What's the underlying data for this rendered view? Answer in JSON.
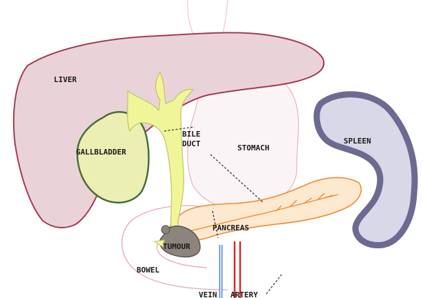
{
  "labels": {
    "liver": "LIVER",
    "gallbladder": "GALLBLADDER",
    "bile_duct_line1": "BILE",
    "bile_duct_line2": "DUCT",
    "stomach": "STOMACH",
    "spleen": "SPLEEN",
    "pancreas": "PANCREAS",
    "tumour": "TUMOUR",
    "bowel": "BOWEL",
    "vein": "VEIN",
    "artery": "ARTERY"
  },
  "colors": {
    "liver_fill": "#ead3d8",
    "liver_outline": "#a43a52",
    "gallbladder_fill": "#ecefb4",
    "gallbladder_outline": "#4b6b3a",
    "bile_duct_fill": "#f0f59a",
    "spleen_fill": "#d9d8e8",
    "spleen_outline": "#6c6a90",
    "pancreas_outline": "#f08a2a",
    "pancreas_fill": "#fde8d0",
    "tumour_fill": "#8d847e",
    "vein": "#5b8fe0",
    "artery": "#d42a2a",
    "outline_pink": "#e4a6b4"
  }
}
